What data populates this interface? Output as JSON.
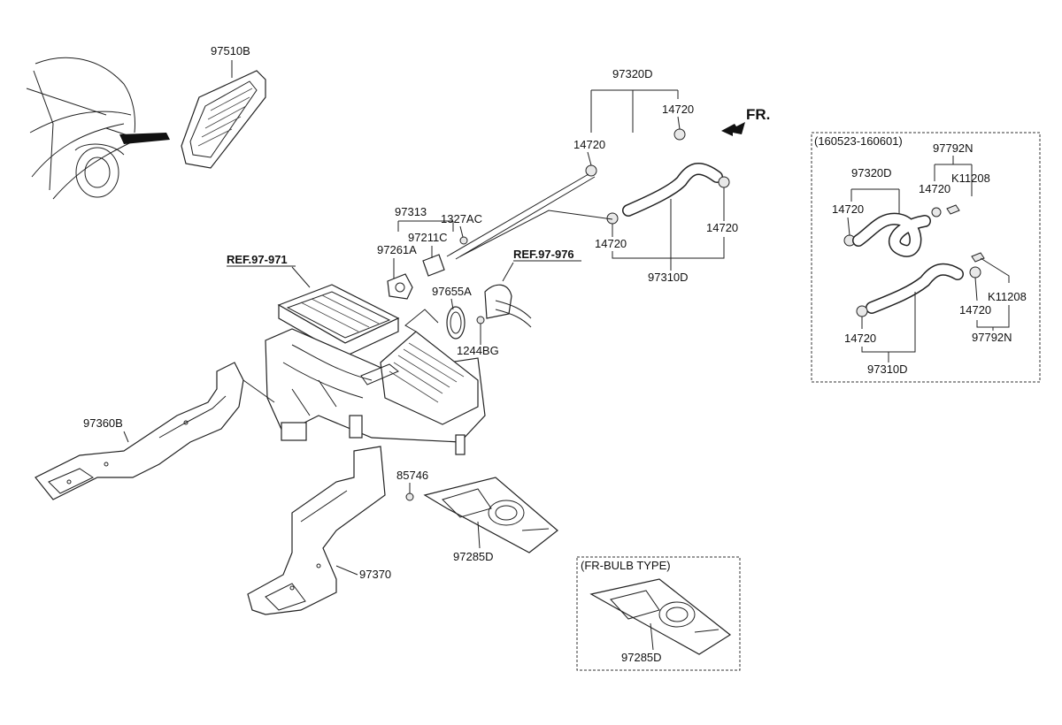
{
  "labels": {
    "p97510B": "97510B",
    "p97320D_top": "97320D",
    "p14720_a": "14720",
    "p14720_b": "14720",
    "p14720_c": "14720",
    "p14720_d": "14720",
    "p97310D": "97310D",
    "fr": "FR.",
    "p97313": "97313",
    "p1327AC": "1327AC",
    "p97211C": "97211C",
    "p97261A": "97261A",
    "ref97971": "REF.97-971",
    "ref97976": "REF.97-976",
    "p97655A": "97655A",
    "p1244BG": "1244BG",
    "p97360B": "97360B",
    "p85746": "85746",
    "p97370": "97370",
    "p97285D": "97285D"
  },
  "inset_date": {
    "title": "(160523-160601)",
    "p97792N_top": "97792N",
    "p97320D": "97320D",
    "p14720_1": "14720",
    "pK11208_top": "K11208",
    "p14720_2": "14720",
    "p14720_3": "14720",
    "pK11208_bot": "K11208",
    "p14720_4": "14720",
    "p97792N_bot": "97792N",
    "p97310D": "97310D"
  },
  "inset_bulb": {
    "title": "(FR-BULB TYPE)",
    "p97285D": "97285D"
  }
}
